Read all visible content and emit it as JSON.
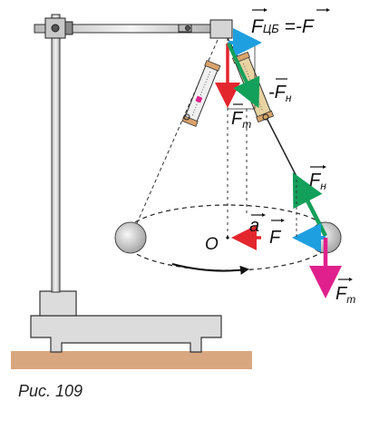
{
  "labels": {
    "f_cb_main": "F",
    "f_cb_sub": "ЦБ",
    "f_cb_eq": " =-",
    "f_cb_rhs": "F",
    "minus_fn_main": "-F",
    "minus_fn_sub": "н",
    "ft_top_main": "F",
    "ft_top_sub": "т",
    "fn_main": "F",
    "fn_sub": "н",
    "a": "a",
    "f": "F",
    "o": "O",
    "ft_bottom_main": "F",
    "ft_bottom_sub": "т"
  },
  "caption": "Рис. 109",
  "colors": {
    "blue": "#1e9fe0",
    "green": "#13a05a",
    "red": "#e3262e",
    "magenta": "#e0208c",
    "base": "#dcdcdc",
    "floor": "#d9a77f"
  }
}
